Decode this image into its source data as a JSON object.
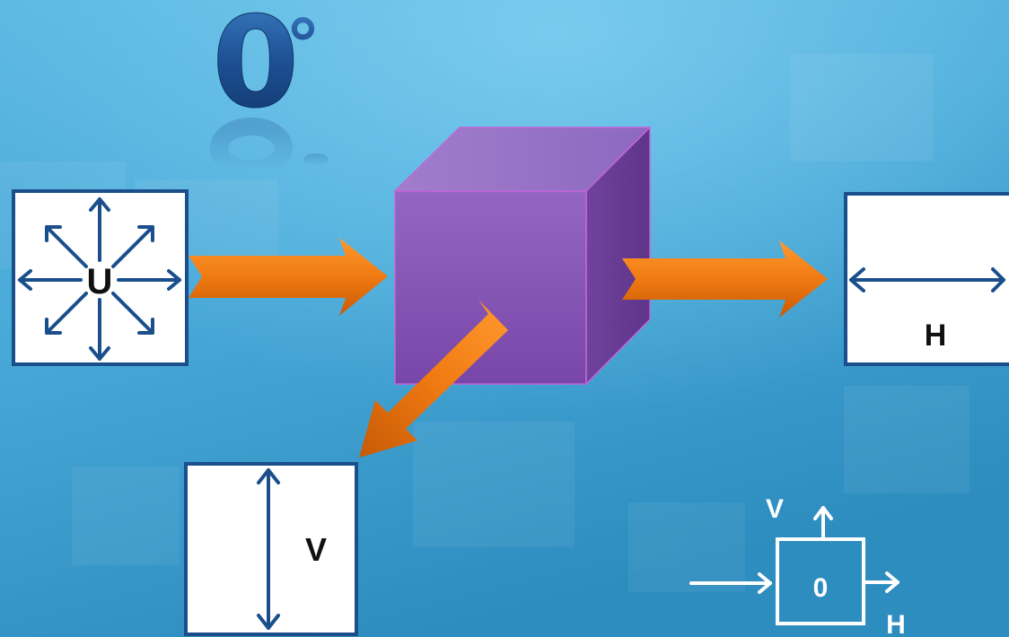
{
  "title": {
    "angle_number": "0",
    "degree_symbol": "°"
  },
  "input_box": {
    "label": "U"
  },
  "horizontal_output_box": {
    "label": "H"
  },
  "vertical_output_box": {
    "label": "V"
  },
  "legend": {
    "box_label": "0",
    "v_label": "V",
    "h_label": "H"
  },
  "colors": {
    "background_light": "#6cc4ea",
    "background_dark": "#2b88b8",
    "box_stroke": "#1a4f8c",
    "arrow_orange": "#f07a12",
    "cube_front": "#8a5bb8",
    "cube_top": "#9d79c6",
    "cube_side": "#6d3f97",
    "title_blue": "#1d4f93"
  }
}
